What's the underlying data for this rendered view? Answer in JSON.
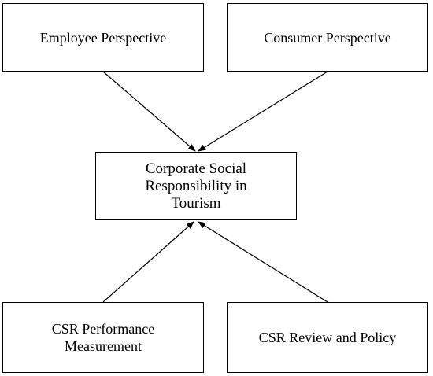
{
  "diagram": {
    "nodes": {
      "employee": "Employee Perspective",
      "consumer": "Consumer Perspective",
      "csr_tourism": "Corporate Social\nResponsibility in\nTourism",
      "performance": "CSR Performance\nMeasurement",
      "review": "CSR Review and Policy"
    },
    "edges": [
      {
        "from": "employee",
        "to": "csr_tourism"
      },
      {
        "from": "consumer",
        "to": "csr_tourism"
      },
      {
        "from": "performance",
        "to": "csr_tourism"
      },
      {
        "from": "review",
        "to": "csr_tourism"
      }
    ],
    "colors": {
      "stroke": "#000000",
      "fill": "#ffffff"
    }
  }
}
